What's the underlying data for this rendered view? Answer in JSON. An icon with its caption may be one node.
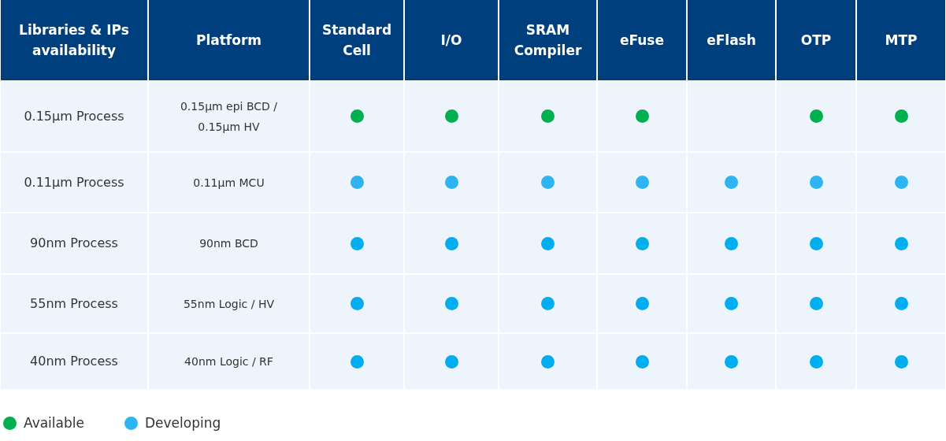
{
  "diagram": {
    "labels": [
      "Libraries  & IPs availability",
      "Platform",
      "Standard Cell",
      "I/O",
      "SRAM Compiler",
      "eFuse",
      "eFlash",
      "OTP",
      "MTP",
      "0.15μm Process",
      "0.15μm epi BCD / 0.15μm HV",
      "0.11μm Process",
      "0.11μm MCU",
      "90nm Process",
      "90nm BCD",
      "55nm Process",
      "55nm Logic / HV",
      "40nm Process",
      "40nm Logic / RF"
    ],
    "legend": [
      {
        "text": "Available",
        "color": "#00b050"
      },
      {
        "text": "Developing",
        "color": "#2eb4f0"
      }
    ]
  }
}
